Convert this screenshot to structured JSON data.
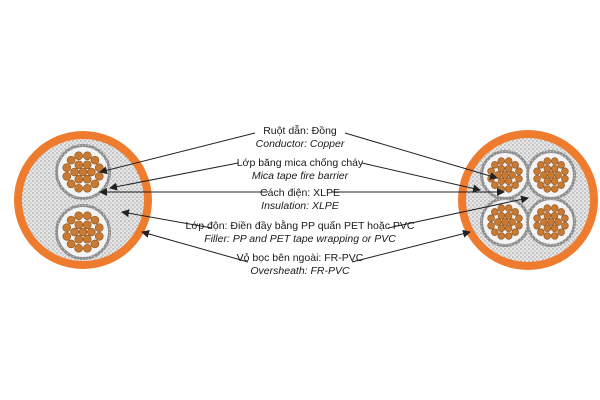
{
  "colors": {
    "sheath": "#ee7b2e",
    "filler_bg": "#dcdcdc",
    "mica": "#9a9a9a",
    "insulation": "#f2f2f2",
    "copper": "#c87a32",
    "copper_edge": "#8a4f1c",
    "arrow": "#222222"
  },
  "cables": [
    {
      "name": "two-core-cable",
      "cores": 2
    },
    {
      "name": "four-core-cable",
      "cores": 4
    }
  ],
  "labels": [
    {
      "vi": "Ruột dẫn: Đồng",
      "en": "Conductor: Copper"
    },
    {
      "vi": "Lớp băng mica chống cháy",
      "en": "Mica tape fire barrier"
    },
    {
      "vi": "Cách điện: XLPE",
      "en": "Insulation: XLPE"
    },
    {
      "vi": "Lớp độn: Điền đầy bằng PP quấn PET hoặc PVC",
      "en": "Filler: PP and PET tape wrapping or PVC"
    },
    {
      "vi": "Vỏ bọc bên ngoài: FR-PVC",
      "en": "Oversheath: FR-PVC"
    }
  ]
}
